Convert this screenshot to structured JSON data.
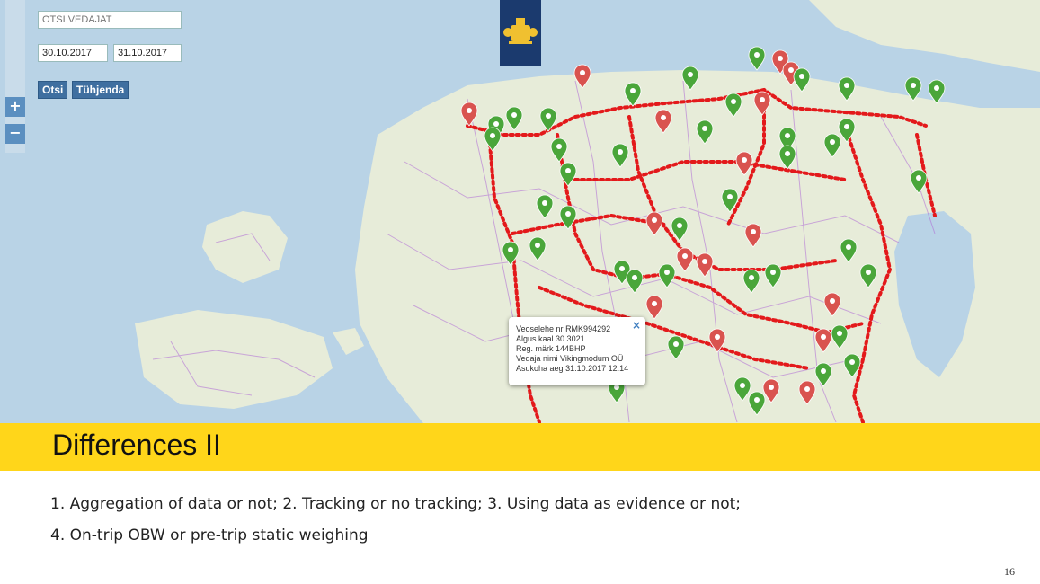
{
  "map": {
    "search_placeholder": "OTSI VEDAJAT",
    "date_from": "30.10.2017",
    "date_to": "31.10.2017",
    "search_button": "Otsi",
    "clear_button": "Tühjenda",
    "zoom_in": "+",
    "zoom_out": "−",
    "colors": {
      "water": "#b9d3e6",
      "land": "#e7ecd9",
      "road": "#b06ad6",
      "track": "#e3191b",
      "marker_green": "#4aa63a",
      "marker_red": "#d9534f"
    }
  },
  "popup": {
    "rows": [
      {
        "label": "Veoselehe nr",
        "value": "RMK994292"
      },
      {
        "label": "Algus kaal",
        "value": "30.3021"
      },
      {
        "label": "Reg. märk",
        "value": "144BHP"
      },
      {
        "label": "Vedaja nimi",
        "value": "Vikingmodum OÜ"
      },
      {
        "label": "Asukoha aeg",
        "value": "31.10.2017 12:14"
      }
    ],
    "close": "×"
  },
  "slide": {
    "title": "Differences II",
    "line1": "1. Aggregation of data or not; 2. Tracking or no tracking; 3. Using data as evidence or not;",
    "line2": "4. On-trip OBW or pre-trip static weighing",
    "page": "16",
    "colors": {
      "band": "#ffd61a"
    }
  }
}
